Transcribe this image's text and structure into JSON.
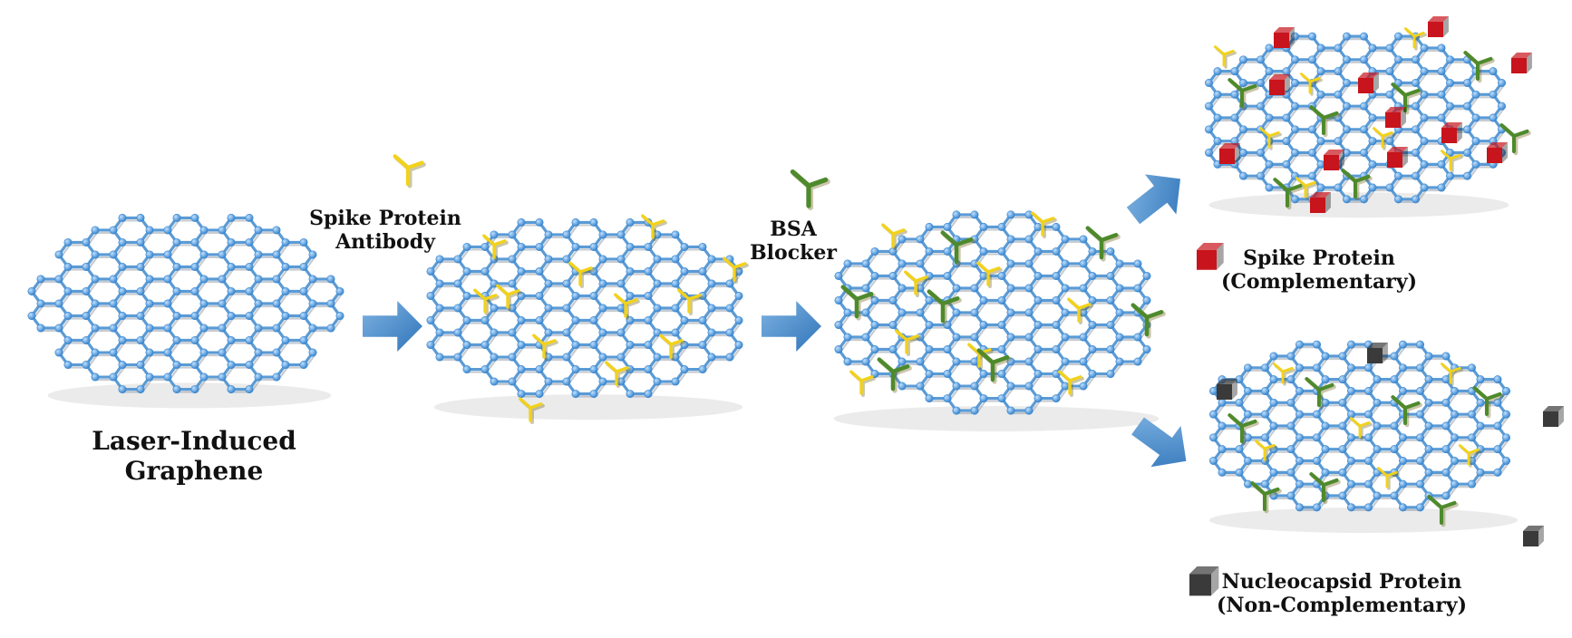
{
  "labels": {
    "lig_line1": "Laser-Induced",
    "lig_line2": "Graphene",
    "spike_ab_line1": "Spike Protein",
    "spike_ab_line2": "Antibody",
    "bsa_line1": "BSA",
    "bsa_line2": "Blocker",
    "spike_line1": "Spike Protein",
    "spike_line2": "(Complementary)",
    "nucleo_line1": "Nucleocapsid Protein",
    "nucleo_line2": "(Non-Complementary)"
  },
  "colors": {
    "graphene_bond": "#5b9bd5",
    "graphene_atom": "#3a87cf",
    "arrow": "#4f8fcc",
    "antibody": "#f2d21b",
    "bsa": "#4e8a2c",
    "spike_protein": "#c8141c",
    "nucleocapsid_protein": "#3a3a3a"
  },
  "icons": [
    "antibody-icon",
    "bsa-icon",
    "spike-protein-icon",
    "nucleocapsid-protein-icon",
    "arrow-icon"
  ]
}
